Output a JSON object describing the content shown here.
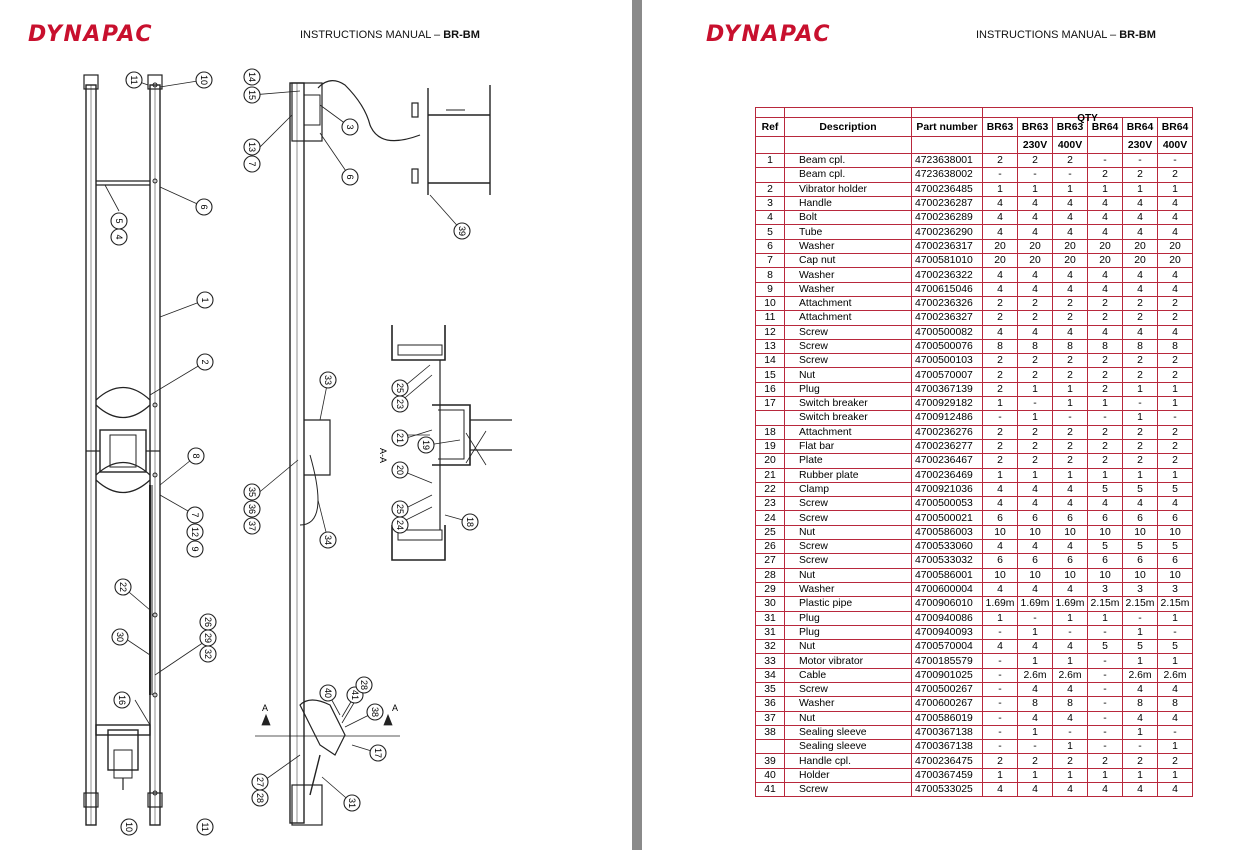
{
  "brand": "DYNAPAC",
  "header": {
    "prefix": "INSTRUCTIONS MANUAL – ",
    "model": "BR-BM"
  },
  "drawing": {
    "callouts_main": [
      "11",
      "10",
      "6",
      "5",
      "4",
      "1",
      "2",
      "8",
      "7",
      "12",
      "9",
      "22",
      "26",
      "29",
      "32",
      "30",
      "16",
      "10",
      "11"
    ],
    "callouts_side": [
      "14",
      "15",
      "13",
      "7",
      "3",
      "6",
      "33",
      "35",
      "36",
      "37",
      "34",
      "40",
      "41",
      "28",
      "38",
      "17",
      "27",
      "28",
      "31"
    ],
    "callouts_detail": [
      "39",
      "25",
      "23",
      "21",
      "19",
      "20",
      "25",
      "24",
      "18"
    ],
    "section_label": "A-A",
    "section_mark": "A"
  },
  "table": {
    "qty_label": "QTY",
    "headers": {
      "ref": "Ref",
      "desc": "Description",
      "part": "Part number"
    },
    "models": [
      "BR63",
      "BR63",
      "BR63",
      "BR64",
      "BR64",
      "BR64"
    ],
    "voltages": [
      "",
      "230V",
      "400V",
      "",
      "230V",
      "400V"
    ],
    "rows": [
      {
        "ref": "1",
        "desc": "Beam cpl.",
        "part": "4723638001",
        "q": [
          "2",
          "2",
          "2",
          "-",
          "-",
          "-"
        ]
      },
      {
        "ref": "",
        "desc": "Beam cpl.",
        "part": "4723638002",
        "q": [
          "-",
          "-",
          "-",
          "2",
          "2",
          "2"
        ]
      },
      {
        "ref": "2",
        "desc": "Vibrator holder",
        "part": "4700236485",
        "q": [
          "1",
          "1",
          "1",
          "1",
          "1",
          "1"
        ]
      },
      {
        "ref": "3",
        "desc": "Handle",
        "part": "4700236287",
        "q": [
          "4",
          "4",
          "4",
          "4",
          "4",
          "4"
        ]
      },
      {
        "ref": "4",
        "desc": "Bolt",
        "part": "4700236289",
        "q": [
          "4",
          "4",
          "4",
          "4",
          "4",
          "4"
        ]
      },
      {
        "ref": "5",
        "desc": "Tube",
        "part": "4700236290",
        "q": [
          "4",
          "4",
          "4",
          "4",
          "4",
          "4"
        ]
      },
      {
        "ref": "6",
        "desc": "Washer",
        "part": "4700236317",
        "q": [
          "20",
          "20",
          "20",
          "20",
          "20",
          "20"
        ]
      },
      {
        "ref": "7",
        "desc": "Cap nut",
        "part": "4700581010",
        "q": [
          "20",
          "20",
          "20",
          "20",
          "20",
          "20"
        ]
      },
      {
        "ref": "8",
        "desc": "Washer",
        "part": "4700236322",
        "q": [
          "4",
          "4",
          "4",
          "4",
          "4",
          "4"
        ]
      },
      {
        "ref": "9",
        "desc": "Washer",
        "part": "4700615046",
        "q": [
          "4",
          "4",
          "4",
          "4",
          "4",
          "4"
        ]
      },
      {
        "ref": "10",
        "desc": "Attachment",
        "part": "4700236326",
        "q": [
          "2",
          "2",
          "2",
          "2",
          "2",
          "2"
        ]
      },
      {
        "ref": "11",
        "desc": "Attachment",
        "part": "4700236327",
        "q": [
          "2",
          "2",
          "2",
          "2",
          "2",
          "2"
        ]
      },
      {
        "ref": "12",
        "desc": "Screw",
        "part": "4700500082",
        "q": [
          "4",
          "4",
          "4",
          "4",
          "4",
          "4"
        ]
      },
      {
        "ref": "13",
        "desc": "Screw",
        "part": "4700500076",
        "q": [
          "8",
          "8",
          "8",
          "8",
          "8",
          "8"
        ]
      },
      {
        "ref": "14",
        "desc": "Screw",
        "part": "4700500103",
        "q": [
          "2",
          "2",
          "2",
          "2",
          "2",
          "2"
        ]
      },
      {
        "ref": "15",
        "desc": "Nut",
        "part": "4700570007",
        "q": [
          "2",
          "2",
          "2",
          "2",
          "2",
          "2"
        ]
      },
      {
        "ref": "16",
        "desc": "Plug",
        "part": "4700367139",
        "q": [
          "2",
          "1",
          "1",
          "2",
          "1",
          "1"
        ]
      },
      {
        "ref": "17",
        "desc": "Switch breaker",
        "part": "4700929182",
        "q": [
          "1",
          "-",
          "1",
          "1",
          "-",
          "1"
        ]
      },
      {
        "ref": "",
        "desc": "Switch breaker",
        "part": "4700912486",
        "q": [
          "-",
          "1",
          "-",
          "-",
          "1",
          "-"
        ]
      },
      {
        "ref": "18",
        "desc": "Attachment",
        "part": "4700236276",
        "q": [
          "2",
          "2",
          "2",
          "2",
          "2",
          "2"
        ]
      },
      {
        "ref": "19",
        "desc": "Flat bar",
        "part": "4700236277",
        "q": [
          "2",
          "2",
          "2",
          "2",
          "2",
          "2"
        ]
      },
      {
        "ref": "20",
        "desc": "Plate",
        "part": "4700236467",
        "q": [
          "2",
          "2",
          "2",
          "2",
          "2",
          "2"
        ]
      },
      {
        "ref": "21",
        "desc": "Rubber plate",
        "part": "4700236469",
        "q": [
          "1",
          "1",
          "1",
          "1",
          "1",
          "1"
        ]
      },
      {
        "ref": "22",
        "desc": "Clamp",
        "part": "4700921036",
        "q": [
          "4",
          "4",
          "4",
          "5",
          "5",
          "5"
        ]
      },
      {
        "ref": "23",
        "desc": "Screw",
        "part": "4700500053",
        "q": [
          "4",
          "4",
          "4",
          "4",
          "4",
          "4"
        ]
      },
      {
        "ref": "24",
        "desc": "Screw",
        "part": "4700500021",
        "q": [
          "6",
          "6",
          "6",
          "6",
          "6",
          "6"
        ]
      },
      {
        "ref": "25",
        "desc": "Nut",
        "part": "4700586003",
        "q": [
          "10",
          "10",
          "10",
          "10",
          "10",
          "10"
        ]
      },
      {
        "ref": "26",
        "desc": "Screw",
        "part": "4700533060",
        "q": [
          "4",
          "4",
          "4",
          "5",
          "5",
          "5"
        ]
      },
      {
        "ref": "27",
        "desc": "Screw",
        "part": "4700533032",
        "q": [
          "6",
          "6",
          "6",
          "6",
          "6",
          "6"
        ]
      },
      {
        "ref": "28",
        "desc": "Nut",
        "part": "4700586001",
        "q": [
          "10",
          "10",
          "10",
          "10",
          "10",
          "10"
        ]
      },
      {
        "ref": "29",
        "desc": "Washer",
        "part": "4700600004",
        "q": [
          "4",
          "4",
          "4",
          "3",
          "3",
          "3"
        ]
      },
      {
        "ref": "30",
        "desc": "Plastic pipe",
        "part": "4700906010",
        "q": [
          "1.69m",
          "1.69m",
          "1.69m",
          "2.15m",
          "2.15m",
          "2.15m"
        ]
      },
      {
        "ref": "31",
        "desc": "Plug",
        "part": "4700940086",
        "q": [
          "1",
          "-",
          "1",
          "1",
          "-",
          "1"
        ]
      },
      {
        "ref": "31",
        "desc": "Plug",
        "part": "4700940093",
        "q": [
          "-",
          "1",
          "-",
          "-",
          "1",
          "-"
        ]
      },
      {
        "ref": "32",
        "desc": "Nut",
        "part": "4700570004",
        "q": [
          "4",
          "4",
          "4",
          "5",
          "5",
          "5"
        ]
      },
      {
        "ref": "33",
        "desc": "Motor vibrator",
        "part": "4700185579",
        "q": [
          "-",
          "1",
          "1",
          "-",
          "1",
          "1"
        ]
      },
      {
        "ref": "34",
        "desc": "Cable",
        "part": "4700901025",
        "q": [
          "-",
          "2.6m",
          "2.6m",
          "-",
          "2.6m",
          "2.6m"
        ]
      },
      {
        "ref": "35",
        "desc": "Screw",
        "part": "4700500267",
        "q": [
          "-",
          "4",
          "4",
          "-",
          "4",
          "4"
        ]
      },
      {
        "ref": "36",
        "desc": "Washer",
        "part": "4700600267",
        "q": [
          "-",
          "8",
          "8",
          "-",
          "8",
          "8"
        ]
      },
      {
        "ref": "37",
        "desc": "Nut",
        "part": "4700586019",
        "q": [
          "-",
          "4",
          "4",
          "-",
          "4",
          "4"
        ]
      },
      {
        "ref": "38",
        "desc": "Sealing sleeve",
        "part": "4700367138",
        "q": [
          "-",
          "1",
          "-",
          "-",
          "1",
          "-"
        ]
      },
      {
        "ref": "",
        "desc": "Sealing sleeve",
        "part": "4700367138",
        "q": [
          "-",
          "-",
          "1",
          "-",
          "-",
          "1"
        ]
      },
      {
        "ref": "39",
        "desc": "Handle cpl.",
        "part": "4700236475",
        "q": [
          "2",
          "2",
          "2",
          "2",
          "2",
          "2"
        ]
      },
      {
        "ref": "40",
        "desc": "Holder",
        "part": "4700367459",
        "q": [
          "1",
          "1",
          "1",
          "1",
          "1",
          "1"
        ]
      },
      {
        "ref": "41",
        "desc": "Screw",
        "part": "4700533025",
        "q": [
          "4",
          "4",
          "4",
          "4",
          "4",
          "4"
        ]
      }
    ]
  }
}
